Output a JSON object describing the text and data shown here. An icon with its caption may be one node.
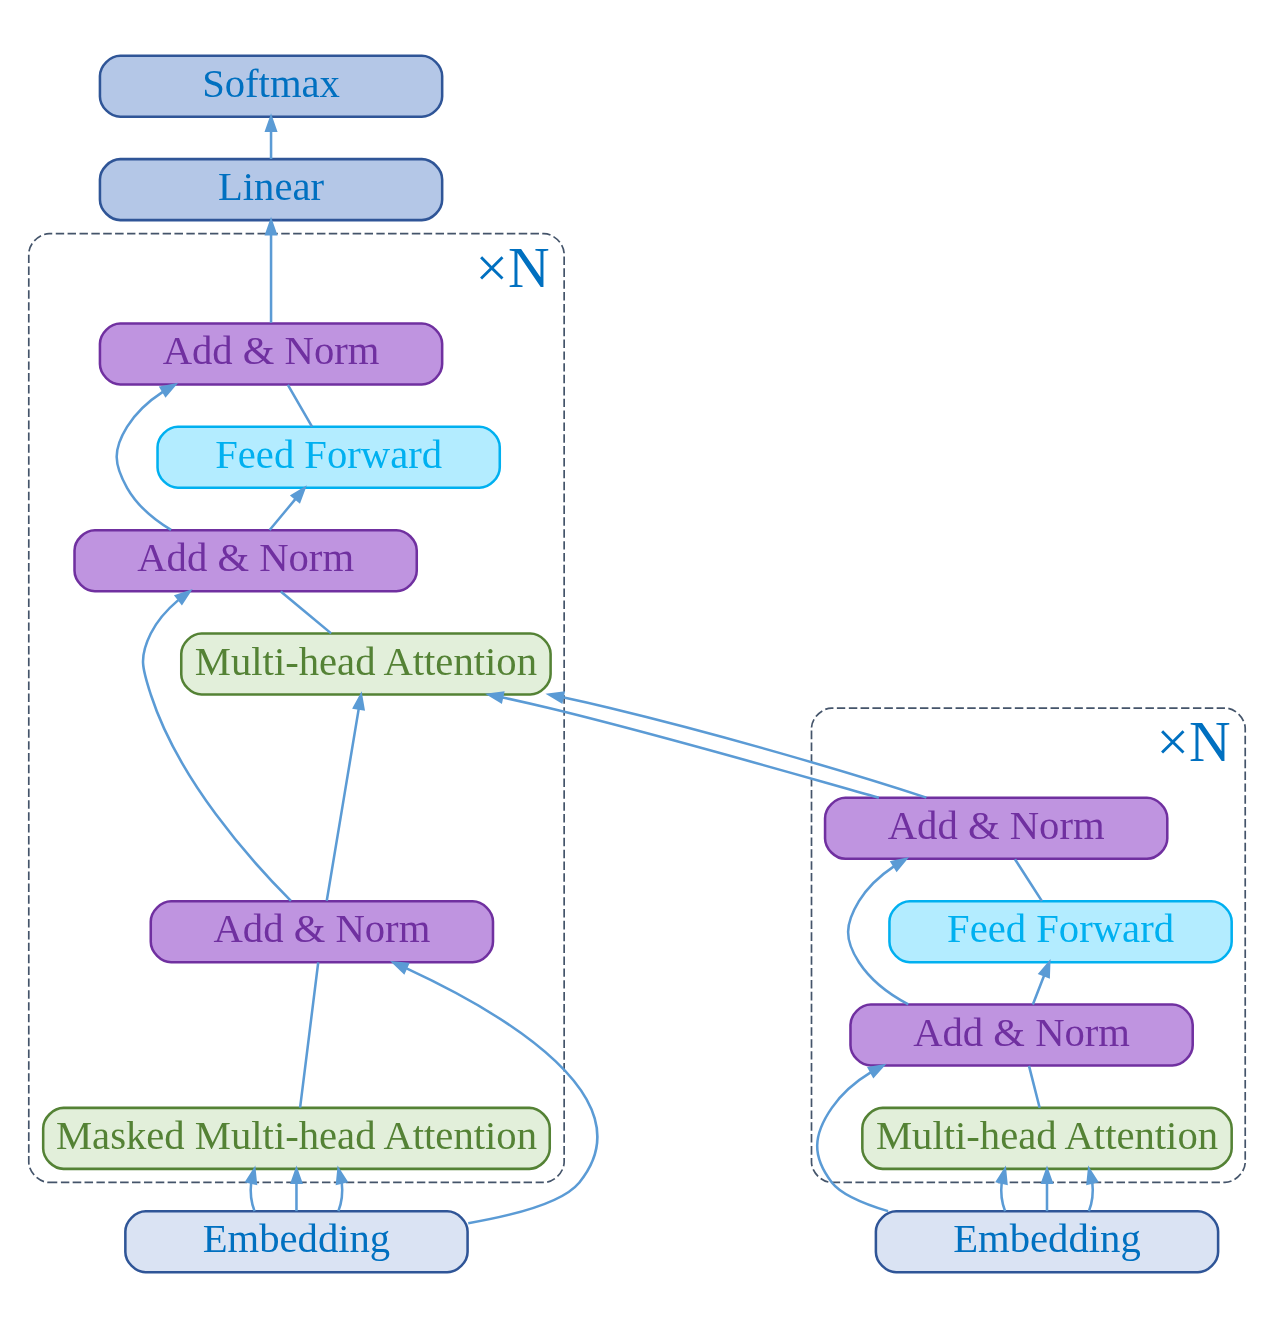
{
  "diagram": {
    "nodes": [
      {
        "text": [],
        "shape": "box",
        "beside": [
          "×N"
        ]
      },
      {
        "text": [
          "Add & Norm"
        ],
        "in": 0
      },
      {
        "text": [
          "Feed Forward"
        ],
        "in": 0
      },
      {
        "text": [
          "Add & Norm"
        ],
        "in": 0
      },
      {
        "text": [
          "Multi-head Attention"
        ],
        "in": 0
      },
      {
        "text": [
          "Embedding"
        ]
      },
      {
        "text": [
          "Softmax"
        ]
      },
      {
        "text": [
          "Linear"
        ]
      },
      {
        "text": [],
        "shape": "box",
        "beside": [
          "×N"
        ]
      },
      {
        "text": [
          "Add & Norm"
        ],
        "in": 8
      },
      {
        "text": [
          "Feed Forward"
        ],
        "in": 8
      },
      {
        "text": [
          "Add & Norm"
        ],
        "in": 8
      },
      {
        "text": [
          "Multi-head Attention"
        ],
        "in": 8
      },
      {
        "text": [
          "Add & Norm"
        ],
        "in": 8
      },
      {
        "text": [
          "Masked Multi-head Attention"
        ],
        "in": 8
      },
      {
        "text": [
          "Embedding"
        ]
      }
    ],
    "edges": [
      {
        "from": 5,
        "to": 4,
        "arrow": "to"
      },
      {
        "from": 5,
        "to": 4,
        "arrow": "to"
      },
      {
        "from": 5,
        "to": 4,
        "arrow": "to"
      },
      {
        "from": 5,
        "to": 3,
        "arrow": "to"
      },
      {
        "from": 4,
        "to": 3,
        "arrow": "none"
      },
      {
        "from": 3,
        "to": 2,
        "arrow": "to"
      },
      {
        "from": 3,
        "to": 1,
        "arrow": "to"
      },
      {
        "from": 2,
        "to": 1,
        "arrow": "none"
      },
      {
        "from": 1,
        "to": 12,
        "arrow": "to"
      },
      {
        "from": 1,
        "to": 12,
        "arrow": "to"
      },
      {
        "from": 15,
        "to": 14,
        "arrow": "to"
      },
      {
        "from": 15,
        "to": 14,
        "arrow": "to"
      },
      {
        "from": 15,
        "to": 14,
        "arrow": "to"
      },
      {
        "from": 15,
        "to": 13,
        "arrow": "to"
      },
      {
        "from": 14,
        "to": 13,
        "arrow": "none"
      },
      {
        "from": 13,
        "to": 12,
        "arrow": "to"
      },
      {
        "from": 13,
        "to": 11,
        "arrow": "to"
      },
      {
        "from": 12,
        "to": 11,
        "arrow": "none"
      },
      {
        "from": 11,
        "to": 10,
        "arrow": "to"
      },
      {
        "from": 11,
        "to": 9,
        "arrow": "to"
      },
      {
        "from": 10,
        "to": 9,
        "arrow": "none"
      },
      {
        "from": 9,
        "to": 7,
        "arrow": "to"
      },
      {
        "from": 7,
        "to": 6,
        "arrow": "to"
      }
    ]
  }
}
